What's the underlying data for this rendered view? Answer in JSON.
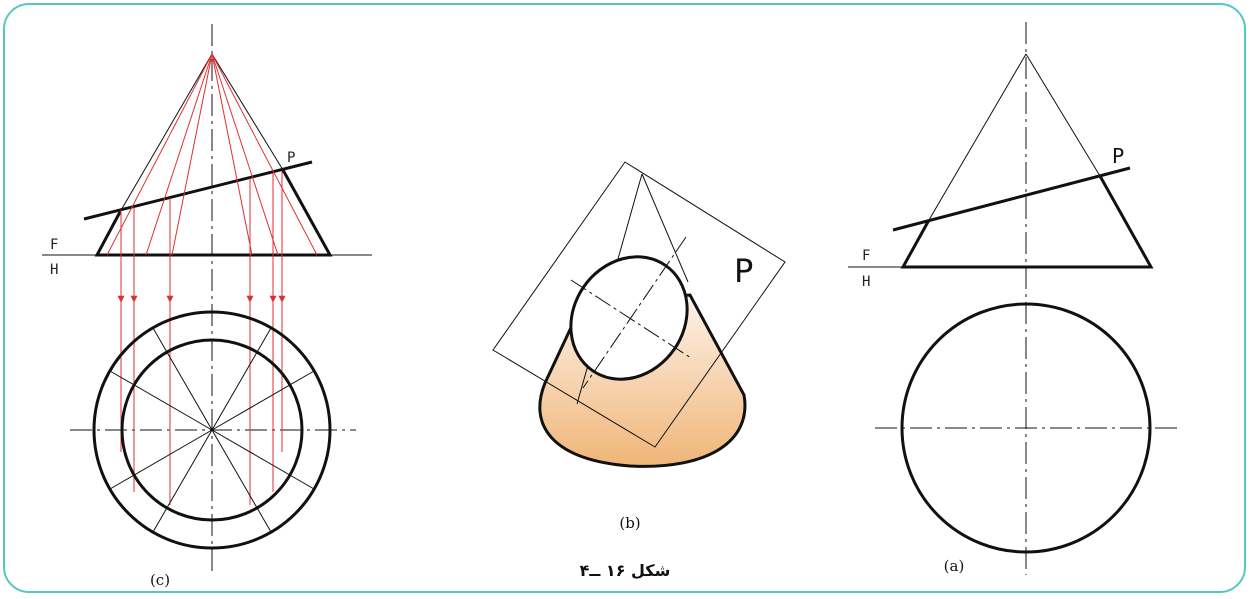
{
  "colors": {
    "border": "#54c7c3",
    "projection": "#e03030",
    "cone_fill_top": "#fdf3ea",
    "cone_fill_bottom": "#f0b578"
  },
  "labels": {
    "plane": "P",
    "frontal": "F",
    "horizontal": "H"
  },
  "captions": {
    "a": "(a)",
    "b": "(b)",
    "c": "(c)"
  },
  "figure_title": "شکل ۱۶ ــ۴"
}
